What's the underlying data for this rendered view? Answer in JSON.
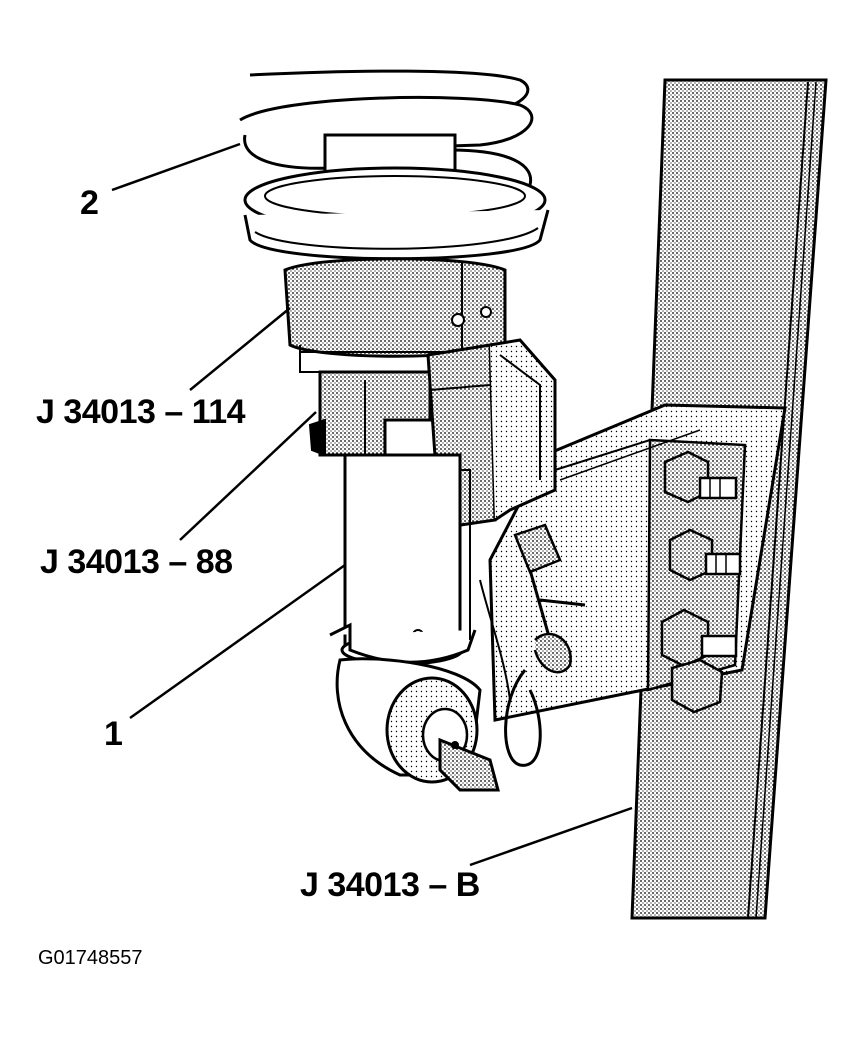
{
  "callouts": {
    "item_2": "2",
    "tool_114": "J 34013 – 114",
    "tool_88": "J 34013 – 88",
    "item_1": "1",
    "tool_b": "J 34013 – B"
  },
  "figure_id": "G01748557",
  "colors": {
    "ink": "#000000",
    "paper": "#ffffff",
    "stipple": "#c8c8c8"
  }
}
